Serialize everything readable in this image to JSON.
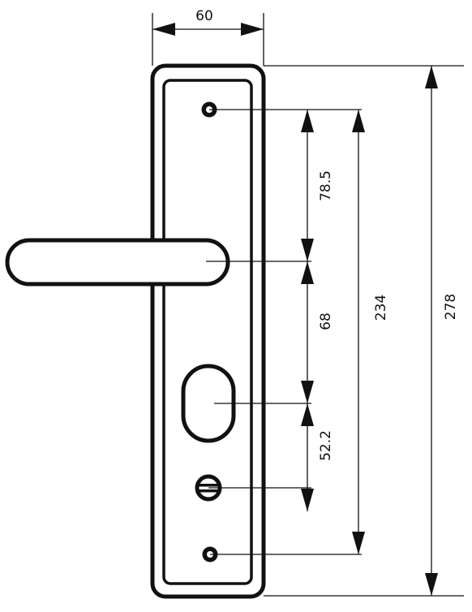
{
  "drawing": {
    "dimensions": {
      "plate_width": "60",
      "screw_to_handle": "78.5",
      "handle_to_cylinder": "68",
      "cylinder_to_thumbturn": "52.2",
      "screw_to_screw": "234",
      "plate_height": "278"
    },
    "line_color": "#111111",
    "background_color": "#ffffff"
  }
}
